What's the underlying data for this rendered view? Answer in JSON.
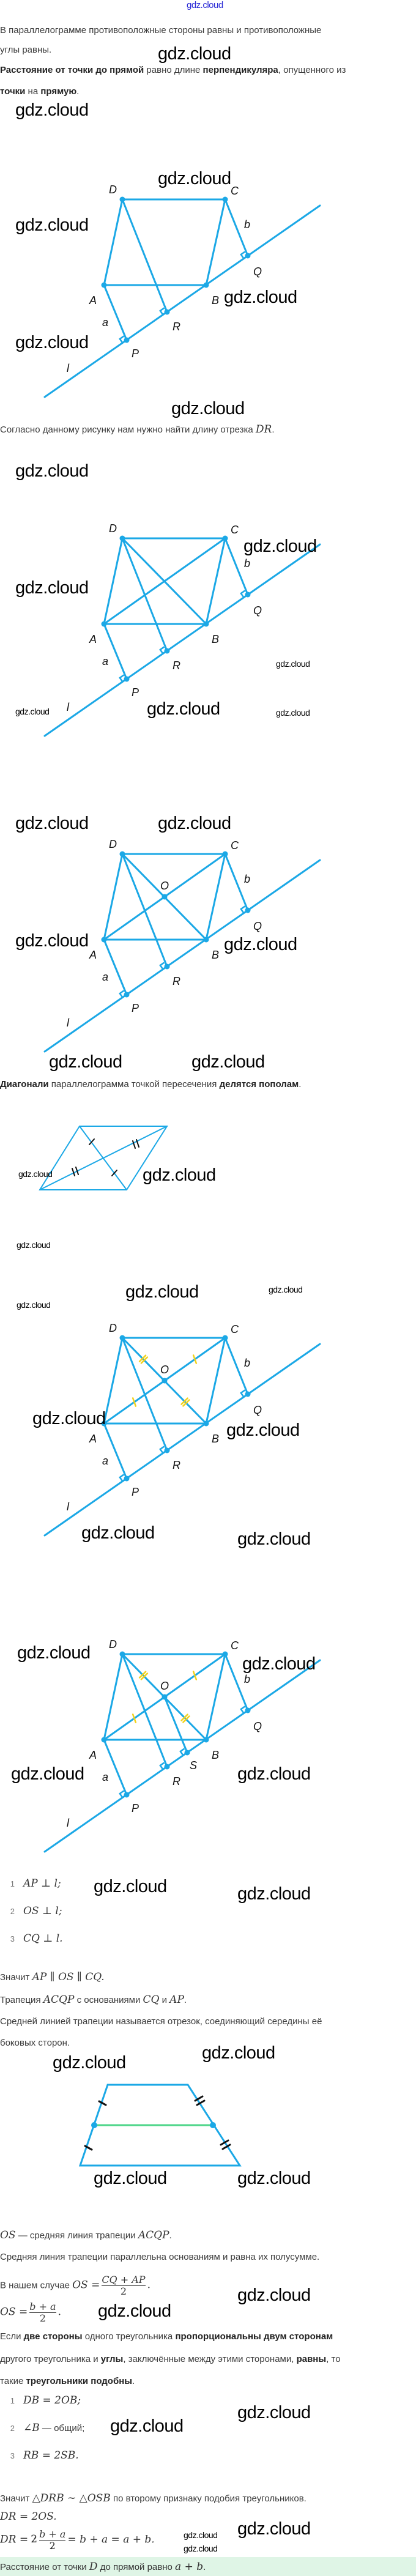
{
  "watermark": "gdz.cloud",
  "colors": {
    "figure_line": "#1ba8e6",
    "tick_yellow": "#f2d21b",
    "midline_green": "#4fd68a",
    "answer_bg": "#dff5e6",
    "top_watermark": "#2b2bd6"
  },
  "figure_labels": {
    "D": "D",
    "C": "C",
    "A": "A",
    "B": "B",
    "P": "P",
    "Q": "Q",
    "R": "R",
    "S": "S",
    "O": "O",
    "a": "a",
    "b": "b",
    "l": "l"
  },
  "text": {
    "p1_line1": "В параллелограмме противоположные стороны равны и противоположные",
    "p1_line2": "углы равны.",
    "p2_b1": "Расстояние от точки до прямой",
    "p2_t1": " равно длине ",
    "p2_b2": "перпендикуляра",
    "p2_t2": ", опущенного из",
    "p2_b3": "точки",
    "p2_t3": " на ",
    "p2_b4": "прямую",
    "p2_t4": ".",
    "p3_t1": "Согласно данному рисунку нам нужно найти длину отрезка ",
    "p3_m1": "DR",
    "p3_t2": ".",
    "p4_b1": "Диагонали",
    "p4_t1": " параллелограмма точкой пересечения ",
    "p4_b2": "делятся пополам",
    "p4_t2": ".",
    "list1": [
      {
        "n": "1",
        "expr": "AP ⊥ l;"
      },
      {
        "n": "2",
        "expr": "OS ⊥ l;"
      },
      {
        "n": "3",
        "expr": "CQ ⊥ l."
      }
    ],
    "p5_t1": "Значит ",
    "p5_m1": "AP ∥ OS ∥ CQ.",
    "p6_t1": "Трапеция ",
    "p6_m1": "ACQP",
    "p6_t2": " с основаниями ",
    "p6_m2": "CQ",
    "p6_t3": " и ",
    "p6_m3": "AP",
    "p6_t4": ".",
    "p7_line1": "Средней линией трапеции называется отрезок, соединяющий середины её",
    "p7_line2": "боковых сторон.",
    "p8_m1": "OS",
    "p8_t1": " — средняя линия трапеции ",
    "p8_m2": "ACQP",
    "p8_t2": ".",
    "p9": "Средняя линия трапеции параллельна основаниям и равна их полусумме.",
    "p10_t1": "В нашем случае ",
    "p10_m1": "OS =",
    "p10_num": "CQ + AP",
    "p10_den": "2",
    "p10_end": ".",
    "p11_m1": "OS =",
    "p11_num": "b + a",
    "p11_den": "2",
    "p11_end": ".",
    "p12_t1": "Если ",
    "p12_b1": "две стороны",
    "p12_t2": " одного треугольника ",
    "p12_b2": "пропорциональны двум сторонам",
    "p12_t3": "другого треугольника и ",
    "p12_b3": "углы",
    "p12_t4": ", заключённые между этими сторонами, ",
    "p12_b4": "равны",
    "p12_t5": ", то",
    "p12_t6": "такие ",
    "p12_b5": "треугольники подобны",
    "p12_t7": ".",
    "list2": [
      {
        "n": "1",
        "expr": "DB = 2OB;",
        "tail": ""
      },
      {
        "n": "2",
        "expr": "∠B",
        "tail": " — общий;"
      },
      {
        "n": "3",
        "expr": "RB = 2SB.",
        "tail": ""
      }
    ],
    "p13_t1": "Значит ",
    "p13_m1": "△DRB ∼ △OSB",
    "p13_t2": " по второму признаку подобия треугольников.",
    "p14_m1": "DR = 2OS.",
    "p15_m1": "DR =",
    "p15_coef": "2",
    "p15_num": "b + a",
    "p15_den": "2",
    "p15_m2": "= b + a = a + b.",
    "answer_t1": "Расстояние от точки ",
    "answer_m1": "D",
    "answer_t2": " до прямой равно ",
    "answer_m2": "a + b",
    "answer_t3": "."
  }
}
